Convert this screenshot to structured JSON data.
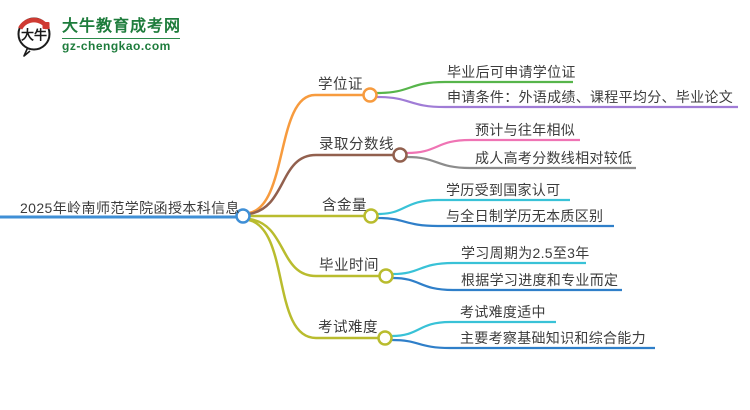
{
  "logo": {
    "title": "大牛教育成考网",
    "domain": "gz-chengkao.com",
    "icon_text": "大牛"
  },
  "colors": {
    "center_blue": "#3f8fd6",
    "orange": "#f79b3e",
    "brown": "#92604e",
    "olive": "#b9bc2e",
    "green": "#57b54b",
    "purple": "#a07cd6",
    "pink": "#ef74b4",
    "gray": "#8c8c8c",
    "cyan": "#39c2d7",
    "blue": "#2f7fc9",
    "logo_green": "#1e7c3c",
    "logo_red": "#cf3a32",
    "text": "#3c3c3c"
  },
  "mindmap": {
    "center": {
      "label": "2025年岭南师范学院函授本科信息"
    },
    "branches": [
      {
        "label": "学位证",
        "children": [
          {
            "label": "毕业后可申请学位证"
          },
          {
            "label": "申请条件：外语成绩、课程平均分、毕业论文"
          }
        ]
      },
      {
        "label": "录取分数线",
        "children": [
          {
            "label": "预计与往年相似"
          },
          {
            "label": "成人高考分数线相对较低"
          }
        ]
      },
      {
        "label": "含金量",
        "children": [
          {
            "label": "学历受到国家认可"
          },
          {
            "label": "与全日制学历无本质区别"
          }
        ]
      },
      {
        "label": "毕业时间",
        "children": [
          {
            "label": "学习周期为2.5至3年"
          },
          {
            "label": "根据学习进度和专业而定"
          }
        ]
      },
      {
        "label": "考试难度",
        "children": [
          {
            "label": "考试难度适中"
          },
          {
            "label": "主要考察基础知识和综合能力"
          }
        ]
      }
    ]
  }
}
